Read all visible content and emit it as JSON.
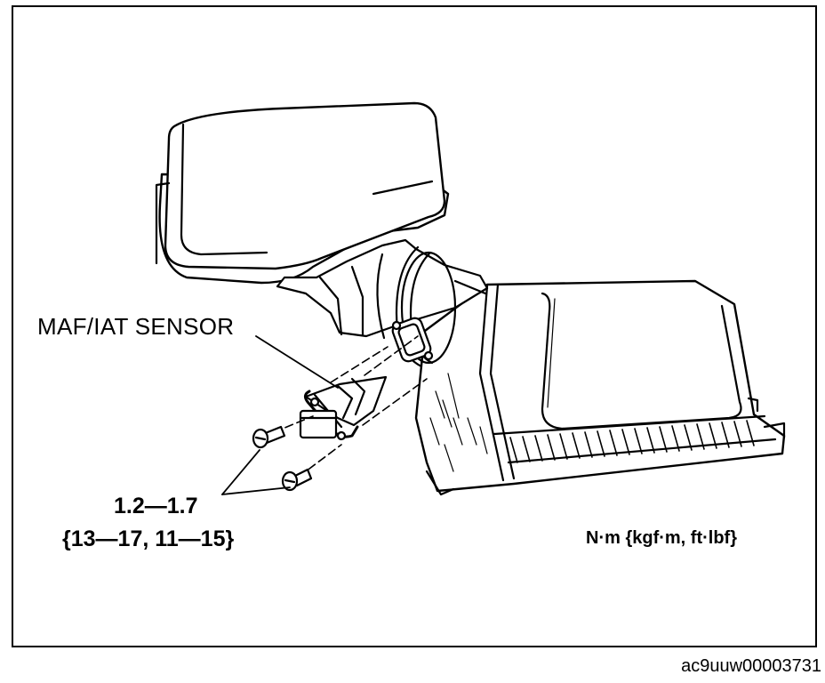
{
  "labels": {
    "sensor": "MAF/IAT SENSOR",
    "torque_nm": "1.2—1.7",
    "torque_alt": "{13—17, 11—15}",
    "units": "N·m {kgf·m, ft·lbf}"
  },
  "figure_id": "ac9uuw00003731"
}
